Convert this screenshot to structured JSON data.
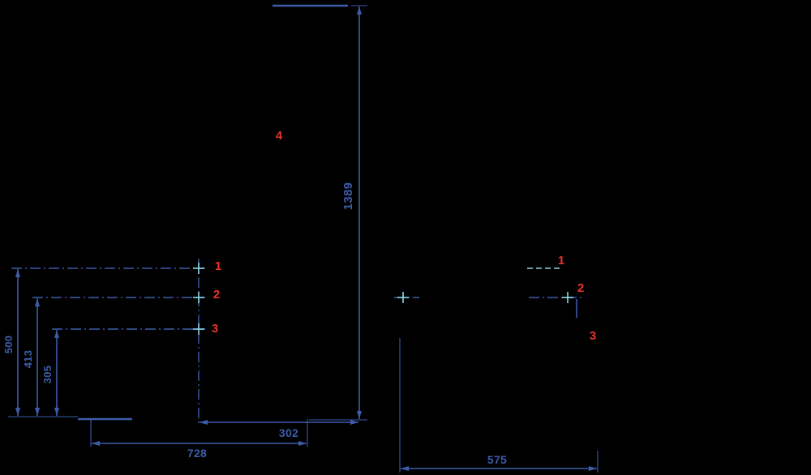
{
  "title": "dimension-drawing",
  "palette": {
    "background": "#000000",
    "line_blue": "#3d5caa",
    "label_red": "#e8332a",
    "center_mark_cyan": "#8fd8e8"
  },
  "left_view": {
    "callout_1": "1",
    "callout_2": "2",
    "callout_3": "3",
    "callout_4": "4",
    "dim_total_height": "1389",
    "dim_level_top": "500",
    "dim_level_mid": "413",
    "dim_level_low": "305",
    "dim_offset": "302",
    "dim_width": "728"
  },
  "right_view": {
    "callout_1": "1",
    "callout_2": "2",
    "callout_3": "3",
    "dim_width": "575"
  }
}
